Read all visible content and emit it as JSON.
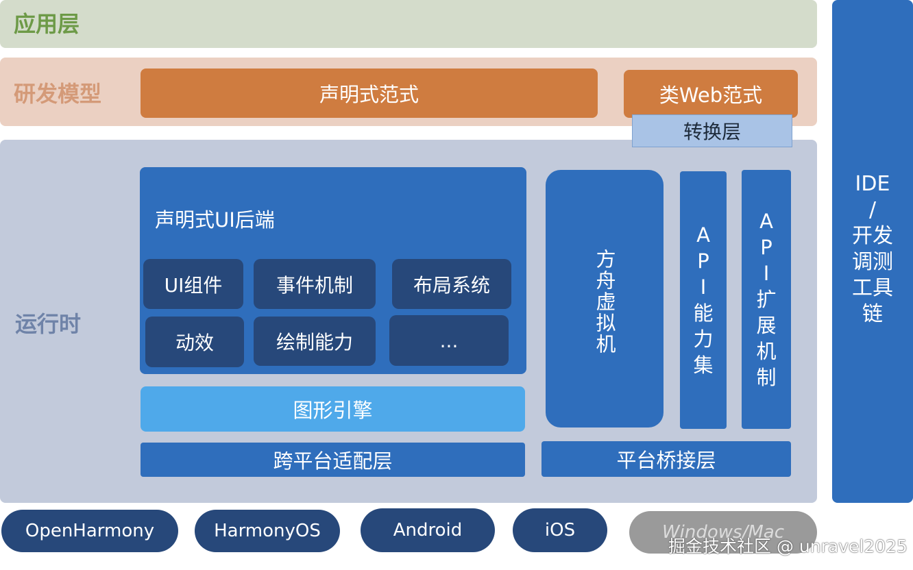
{
  "layers": {
    "application": "应用层",
    "development_model": "研发模型",
    "runtime": "运行时"
  },
  "dev_model": {
    "declarative": "声明式范式",
    "web_like": "类Web范式",
    "conversion": "转换层"
  },
  "ui_backend": {
    "title": "声明式UI后端",
    "modules": [
      "UI组件",
      "事件机制",
      "布局系统",
      "动效",
      "绘制能力",
      "..."
    ]
  },
  "graphics_engine": "图形引擎",
  "cross_platform_adapter": "跨平台适配层",
  "ark_vm": "方舟虚拟机",
  "api_capability": [
    "A",
    "P",
    "I",
    "能",
    "力",
    "集"
  ],
  "api_extension": [
    "A",
    "P",
    "I",
    "扩",
    "展",
    "机",
    "制"
  ],
  "platform_bridge": "平台桥接层",
  "ide": [
    "IDE",
    "/",
    "开发",
    "调测",
    "工具",
    "链"
  ],
  "platforms": [
    "OpenHarmony",
    "HarmonyOS",
    "Android",
    "iOS",
    "Windows/Mac"
  ],
  "watermark": "掘金技术社区 @ unravel2025",
  "colors": {
    "primary_blue": "#2f6ebc",
    "dark_blue": "#27487a",
    "light_blue": "#4fa9ea",
    "orange": "#cf7c40",
    "app_band": "#d4dccb",
    "dev_band": "#ebd0c2",
    "runtime_band": "#c2cadb"
  }
}
